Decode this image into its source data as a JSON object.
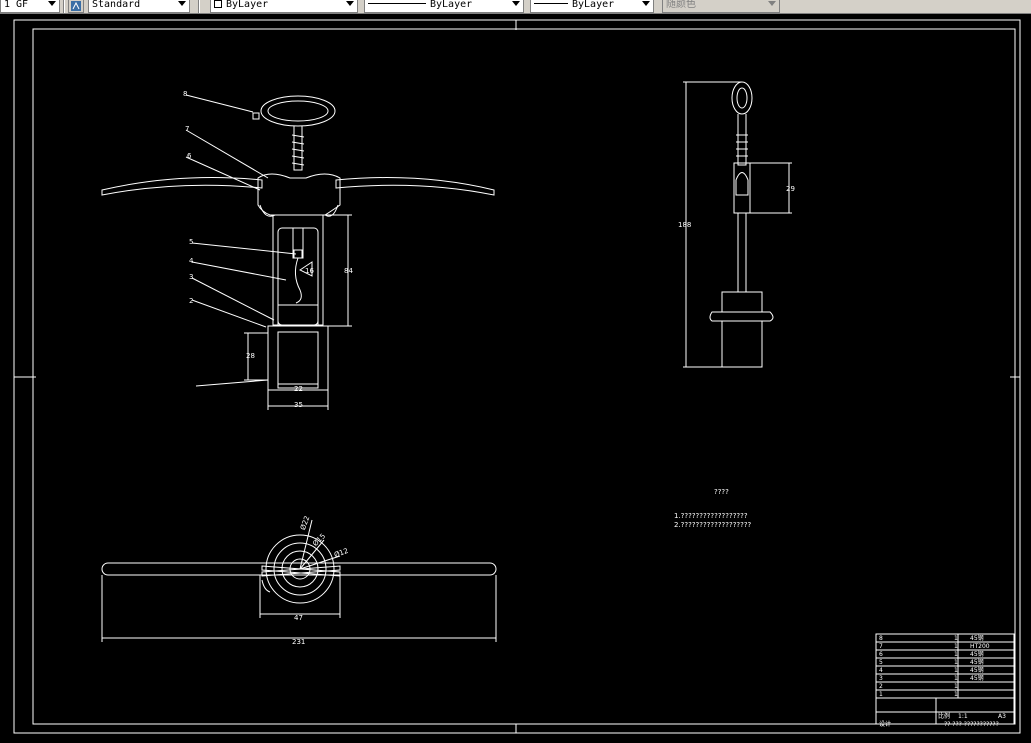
{
  "toolbar": {
    "layer_value": "1  GF",
    "style_value": "Standard",
    "color_value": "ByLayer",
    "linetype_value": "ByLayer",
    "lineweight_value": "ByLayer",
    "plotstyle_value": "随颜色"
  },
  "drawing": {
    "part_numbers": [
      "8",
      "7",
      "6",
      "5",
      "4",
      "3",
      "2"
    ],
    "dimensions": {
      "height_84": "84",
      "dim_28": "28",
      "dim_22": "22",
      "dim_35": "35",
      "dim_47": "47",
      "dim_231": "231",
      "dim_188": "188",
      "dim_29": "29",
      "phi_16": "16",
      "phi_22": "Ø22",
      "phi_15": "Ø15",
      "phi_12": "Ø12"
    },
    "notes_title": "????",
    "notes_line1": "1.??????????????????",
    "notes_line2": "2.???????????????????"
  },
  "title_block": {
    "rows": [
      {
        "num": "8",
        "qty": "1",
        "mat": "45钢"
      },
      {
        "num": "7",
        "qty": "1",
        "mat": "HT200"
      },
      {
        "num": "6",
        "qty": "1",
        "mat": "45钢"
      },
      {
        "num": "5",
        "qty": "1",
        "mat": "45钢"
      },
      {
        "num": "4",
        "qty": "1",
        "mat": "45钢"
      },
      {
        "num": "3",
        "qty": "1",
        "mat": "45钢"
      },
      {
        "num": "2",
        "qty": "1",
        "mat": ""
      },
      {
        "num": "1",
        "qty": "1",
        "mat": ""
      }
    ],
    "scale_label": "比例",
    "scale_value": "1:1",
    "sheet_label": "A3",
    "designer": "设计",
    "school": "?? ???  ???????????"
  }
}
